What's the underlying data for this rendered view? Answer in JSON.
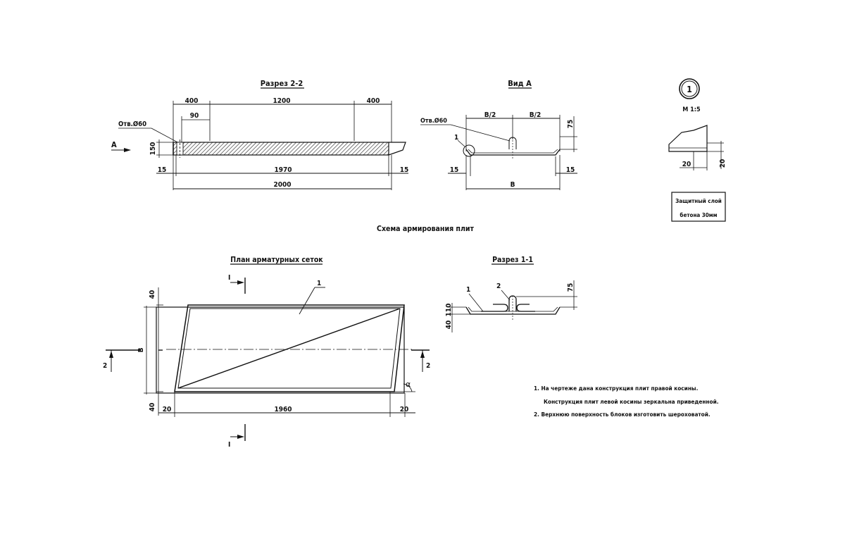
{
  "titles": {
    "section22": "Разрез 2-2",
    "viewA": "Вид А",
    "scheme": "Схема армирования плит",
    "meshPlan": "План арматурных сеток",
    "section11": "Разрез 1-1"
  },
  "section22": {
    "dims_top": [
      "400",
      "1200",
      "400"
    ],
    "dim_90": "90",
    "hole_label": "Отв.Ø60",
    "view_arrow": "А",
    "height": "150",
    "left_offset": "15",
    "inner_length": "1970",
    "right_offset": "15",
    "total_length": "2000"
  },
  "viewA": {
    "hole_label": "Отв.Ø60",
    "half_left": "B/2",
    "half_right": "B/2",
    "height": "75",
    "callout": "1",
    "left_offset": "15",
    "right_offset": "15",
    "width": "B"
  },
  "detail1": {
    "number": "1",
    "scale": "М 1:5",
    "dim_horizontal": "20",
    "dim_vertical": "20",
    "note_line1": "Защитный слой",
    "note_line2": "бетона 30мм"
  },
  "meshPlan": {
    "mesh_label": "1",
    "cut_label_top": "I",
    "cut_label_bottom": "I",
    "section_left": "2",
    "section_right": "2",
    "dim_top": "40",
    "dim_width": "В",
    "dim_bottom": "40",
    "dim_left": "20",
    "dim_length": "1960",
    "dim_right": "20",
    "angle": "α"
  },
  "section11": {
    "label1": "1",
    "label2": "2",
    "height": "75",
    "dim_40": "40",
    "dim_110": "110"
  },
  "notes": [
    "1. На чертеже дана конструкция плит правой косины.",
    "Конструкция плит левой косины зеркальна приведенной.",
    "2. Верхнюю поверхность блоков изготовить шероховатой."
  ]
}
